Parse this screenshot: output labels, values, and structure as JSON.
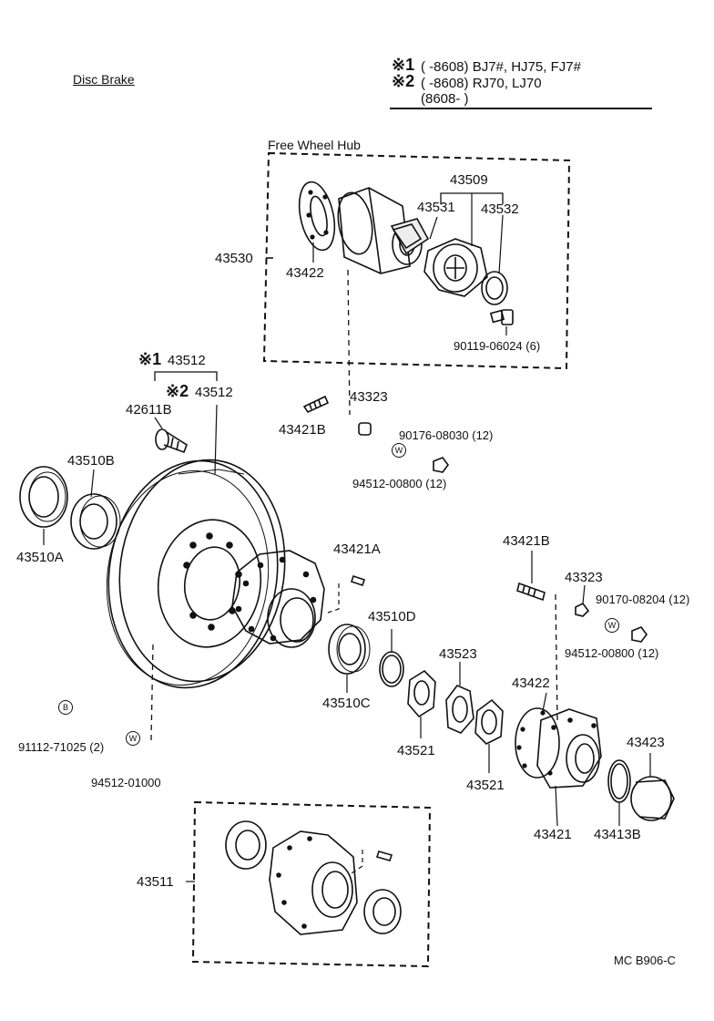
{
  "header": {
    "section_title": "Disc Brake",
    "note1_mark": "※1",
    "note1_text": "(      -8608) BJ7#, HJ75, FJ7#",
    "note2_mark": "※2",
    "note2_text": "(      -8608) RJ70, LJ70",
    "note3_text": "(8608-        )"
  },
  "groups": {
    "free_wheel_hub": "Free Wheel Hub"
  },
  "parts": {
    "p43509": "43509",
    "p43531": "43531",
    "p43532": "43532",
    "p43530": "43530",
    "p43422_top": "43422",
    "p90119": "90119-06024 (6)",
    "p43512_a_mark": "※1",
    "p43512_a": "43512",
    "p43512_b_mark": "※2",
    "p43512_b": "43512",
    "p42611b": "42611B",
    "p43323_top": "43323",
    "p43421b_top": "43421B",
    "p90176": "90176-08030 (12)",
    "p94512_top": "94512-00800 (12)",
    "p43510b": "43510B",
    "p43510a": "43510A",
    "p43421a": "43421A",
    "p43421b_right": "43421B",
    "p43323_right": "43323",
    "p90170": "90170-08204 (12)",
    "p94512_right": "94512-00800 (12)",
    "p43510d": "43510D",
    "p43510c": "43510C",
    "p43523": "43523",
    "p43521_a": "43521",
    "p43521_b": "43521",
    "p43422_right": "43422",
    "p43423": "43423",
    "p43421": "43421",
    "p43413b": "43413B",
    "p91112": "91112-71025 (2)",
    "p94512_01000": "94512-01000",
    "p43511": "43511"
  },
  "badges": {
    "washer_symbol": "W",
    "bolt_symbol": "B"
  },
  "footer": {
    "code": "MC  B906-C"
  }
}
